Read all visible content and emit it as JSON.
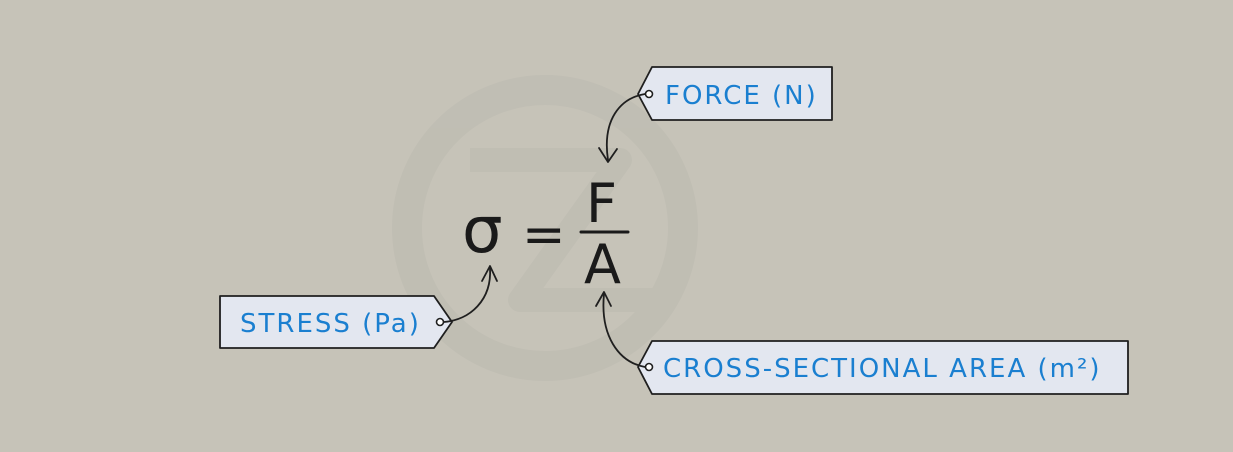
{
  "formula": {
    "lhs": "σ",
    "equals": "=",
    "numerator": "F",
    "denominator": "A"
  },
  "labels": {
    "force": "FORCE (N)",
    "stress": "STRESS (Pa)",
    "area": "CROSS-SECTIONAL AREA (m²)"
  },
  "colors": {
    "background": "#c6c3b8",
    "tag_fill": "#e3e7f0",
    "label_text": "#1a7fd0",
    "ink": "#1f1f1f"
  }
}
